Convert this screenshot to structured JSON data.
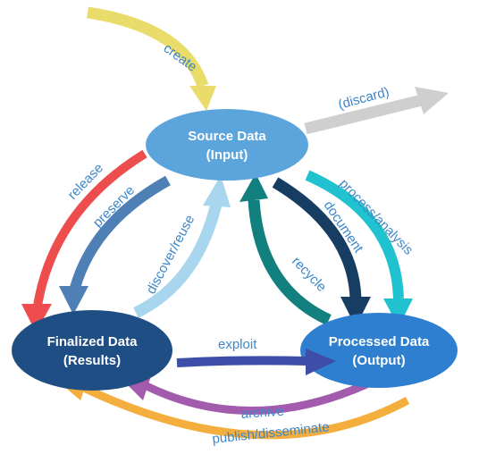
{
  "nodes": {
    "source": {
      "line1": "Source Data",
      "line2": "(Input)",
      "fill": "#5BA4DC"
    },
    "finalized": {
      "line1": "Finalized Data",
      "line2": "(Results)",
      "fill": "#1F4E85"
    },
    "processed": {
      "line1": "Processed Data",
      "line2": "(Output)",
      "fill": "#2F7FD0"
    }
  },
  "edges": {
    "create": {
      "label": "create",
      "color": "#EADC6B"
    },
    "discard": {
      "label": "(discard)",
      "color": "#CFCFCF"
    },
    "release": {
      "label": "release",
      "color": "#EE4D4D"
    },
    "preserve": {
      "label": "preserve",
      "color": "#4E80B5"
    },
    "discover": {
      "label": "discover/reuse",
      "color": "#A9D6EF"
    },
    "recycle": {
      "label": "recycle",
      "color": "#138080"
    },
    "document": {
      "label": "document",
      "color": "#173D63"
    },
    "process": {
      "label": "process/analysis",
      "color": "#1FC2CE"
    },
    "exploit": {
      "label": "exploit",
      "color": "#3D4DA8"
    },
    "archive": {
      "label": "archive",
      "color": "#A35BAE"
    },
    "publish": {
      "label": "publish/disseminate",
      "color": "#F4AE3D"
    }
  },
  "label_color": "#3C87C9"
}
